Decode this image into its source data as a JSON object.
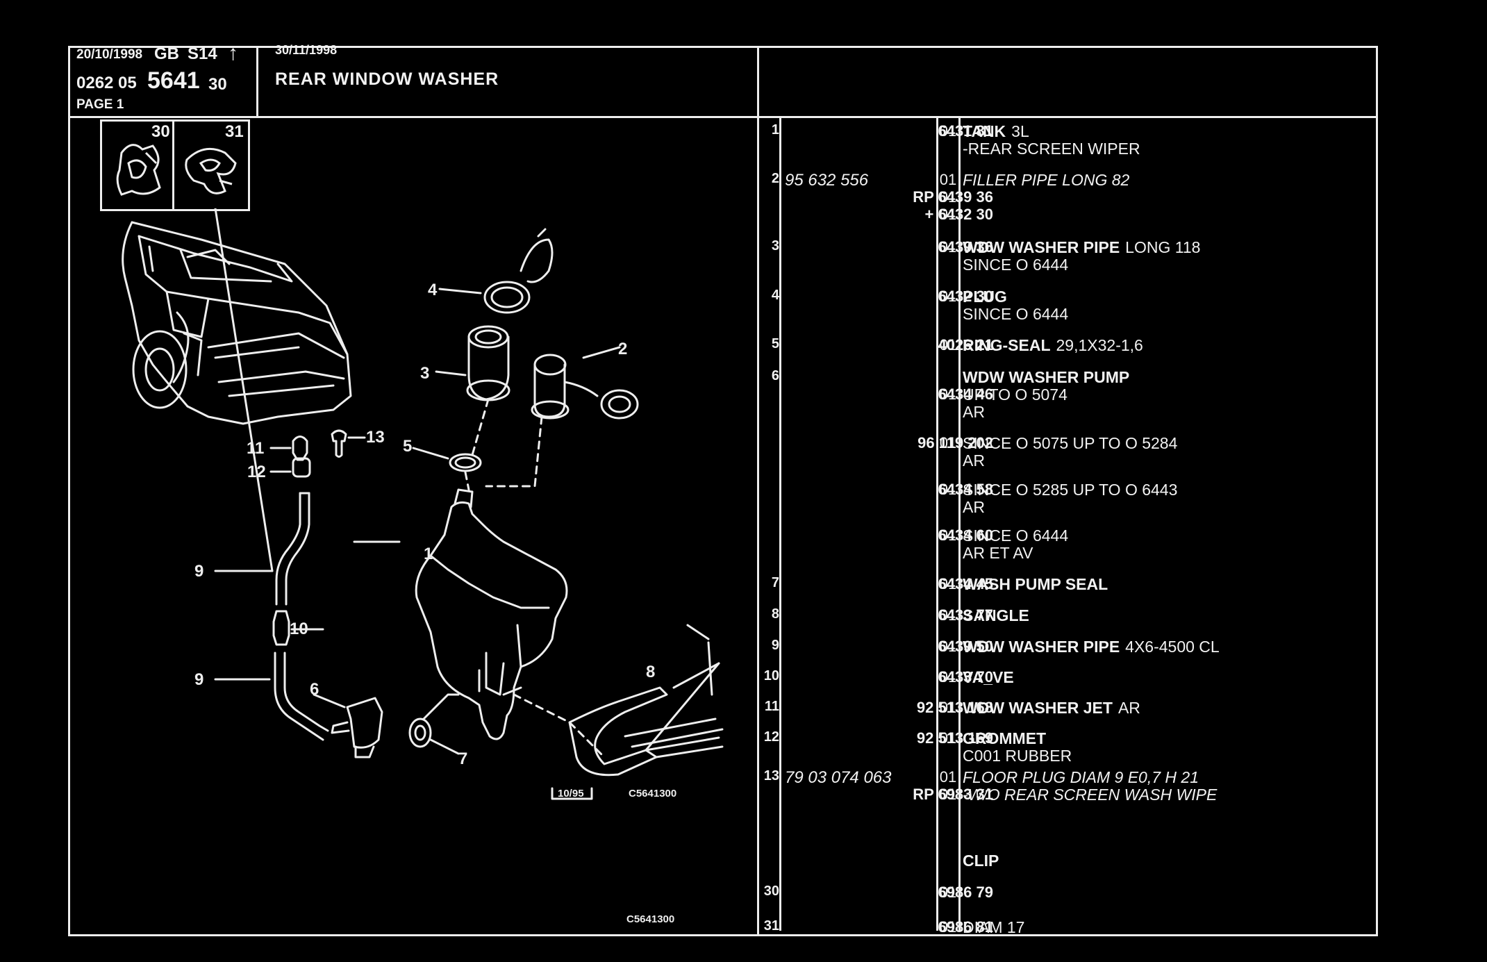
{
  "header": {
    "date1": "20/10/1998",
    "lang": "GB",
    "series": "S14",
    "doc_prefix": "0262 05",
    "doc_number": "5641",
    "doc_suffix": "30",
    "page": "PAGE 1",
    "date2": "30/11/1998",
    "title": "REAR WINDOW WASHER"
  },
  "insets": [
    {
      "label": "30",
      "icon": "clip-30-icon"
    },
    {
      "label": "31",
      "icon": "clip-31-icon"
    }
  ],
  "diagram": {
    "callouts": [
      "1",
      "2",
      "3",
      "4",
      "5",
      "6",
      "7",
      "8",
      "9",
      "9",
      "10",
      "11",
      "12",
      "13"
    ],
    "stamp_date": "10/95",
    "ref_code": "C5641300",
    "footer_code": "C5641300"
  },
  "parts": [
    {
      "item": "1",
      "refs": [
        {
          "ref": "6431 81",
          "qty": "01"
        }
      ],
      "desc": [
        {
          "bold": "TANK",
          "rest": "3L"
        },
        {
          "plain": "-REAR SCREEN WIPER"
        }
      ]
    },
    {
      "item": "2",
      "refs": [
        {
          "ref": "95 632 556",
          "qty": "01",
          "italic": true
        },
        {
          "ref": "RP  6439 36",
          "qty": "01"
        },
        {
          "ref": "+  6432 30",
          "qty": "01"
        }
      ],
      "desc": [
        {
          "italic": "FILLER PIPE LONG 82"
        }
      ]
    },
    {
      "item": "3",
      "refs": [
        {
          "ref": "6439 36",
          "qty": "01"
        }
      ],
      "desc": [
        {
          "bold": "WDW WASHER PIPE",
          "rest": "LONG 118"
        },
        {
          "plain": "SINCE  O  6444"
        }
      ]
    },
    {
      "item": "4",
      "refs": [
        {
          "ref": "6432 30",
          "qty": "01"
        }
      ],
      "desc": [
        {
          "bold": "PLUG"
        },
        {
          "plain": "SINCE  O  6444"
        }
      ]
    },
    {
      "item": "5",
      "refs": [
        {
          "ref": "4026 21",
          "qty": "01"
        }
      ],
      "desc": [
        {
          "bold": "RING-SEAL",
          "rest": "29,1X32-1,6"
        }
      ]
    },
    {
      "item": "6",
      "refs": [
        {
          "ref": "6434 46",
          "qty": "01"
        }
      ],
      "desc": [
        {
          "bold": "WDW WASHER PUMP"
        },
        {
          "plain": "UP  TO  O  5074"
        },
        {
          "plain": "AR"
        }
      ]
    },
    {
      "item": "",
      "refs": [
        {
          "ref": "96 119 202",
          "qty": "01"
        }
      ],
      "desc": [
        {
          "plain": "SINCE  O  5075 UP  TO  O  5284"
        },
        {
          "plain": "AR"
        }
      ]
    },
    {
      "item": "",
      "refs": [
        {
          "ref": "6434 58",
          "qty": "01"
        }
      ],
      "desc": [
        {
          "plain": "SINCE  O  5285 UP  TO  O  6443"
        },
        {
          "plain": "AR"
        }
      ]
    },
    {
      "item": "",
      "refs": [
        {
          "ref": "6434 60",
          "qty": "01"
        }
      ],
      "desc": [
        {
          "plain": "SINCE  O  6444"
        },
        {
          "plain": "AR ET AV"
        }
      ]
    },
    {
      "item": "7",
      "refs": [
        {
          "ref": "6434 45",
          "qty": "01"
        }
      ],
      "desc": [
        {
          "bold": "WASH PUMP SEAL"
        }
      ]
    },
    {
      "item": "8",
      "refs": [
        {
          "ref": "6433 77",
          "qty": "01"
        }
      ],
      "desc": [
        {
          "bold": "SANGLE"
        }
      ]
    },
    {
      "item": "9",
      "refs": [
        {
          "ref": "6439 50",
          "qty": "01"
        }
      ],
      "desc": [
        {
          "bold": "WDW WASHER PIPE",
          "rest": "4X6-4500 CL"
        }
      ]
    },
    {
      "item": "10",
      "refs": [
        {
          "ref": "6433 70",
          "qty": "01"
        }
      ],
      "desc": [
        {
          "bold": "VA_VE"
        }
      ]
    },
    {
      "item": "11",
      "refs": [
        {
          "ref": "92 513 168",
          "qty": "01"
        }
      ],
      "desc": [
        {
          "bold": "WDW WASHER JET",
          "rest": "AR"
        }
      ]
    },
    {
      "item": "12",
      "refs": [
        {
          "ref": "92 513 169",
          "qty": "01"
        }
      ],
      "desc": [
        {
          "bold": "GROMMET"
        },
        {
          "plain": "C001 RUBBER"
        }
      ]
    },
    {
      "item": "13",
      "refs": [
        {
          "ref": "79 03 074 063",
          "qty": "01",
          "italic": true
        },
        {
          "ref": "RP  6983 31",
          "qty": "01"
        }
      ],
      "desc": [
        {
          "italic": "FLOOR PLUG DIAM 9 E0,7 H 21"
        },
        {
          "italic": "-W/O REAR SCREEN WASH WIPE"
        }
      ]
    },
    {
      "item": "",
      "refs": [],
      "desc": [
        {
          "bold": "CLIP"
        }
      ]
    },
    {
      "item": "30",
      "refs": [
        {
          "ref": "6986 79",
          "qty": "01"
        }
      ],
      "desc": []
    },
    {
      "item": "31",
      "refs": [
        {
          "ref": "6986 81",
          "qty": "01"
        }
      ],
      "desc": [
        {
          "plain": "DIAM 17"
        }
      ]
    }
  ]
}
